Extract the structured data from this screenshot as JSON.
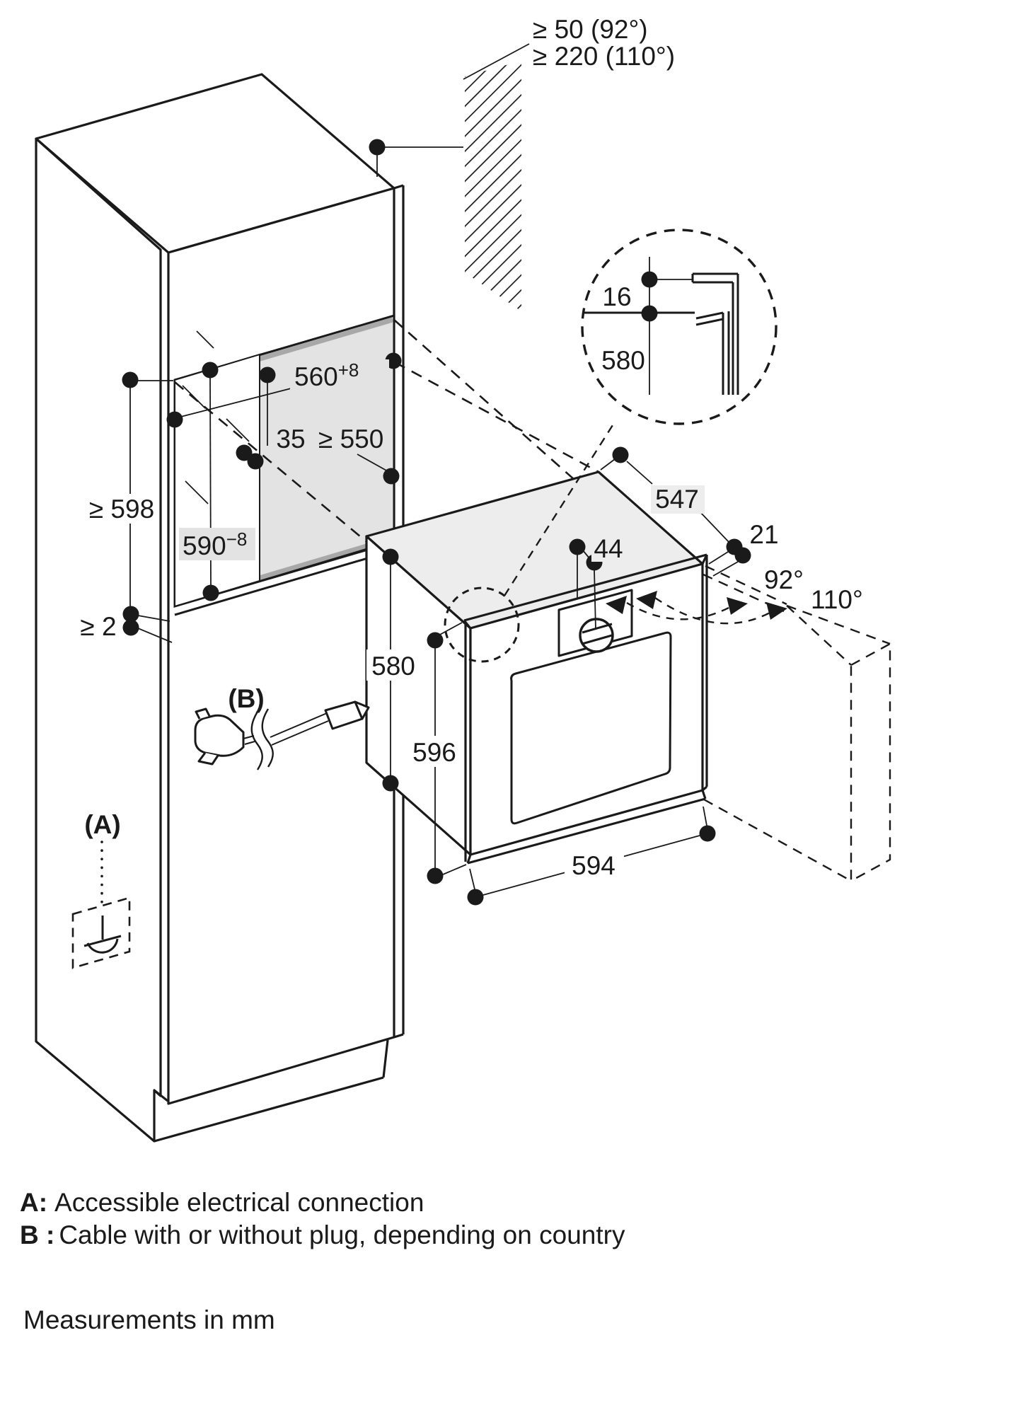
{
  "diagram_type": "built-in oven installation drawing",
  "units_note": "Measurements in mm",
  "clearances": {
    "top_92": "≥ 50 (92°)",
    "top_110": "≥ 220 (110°)"
  },
  "detail_circle": {
    "rail_offset": "16",
    "niche_rear_height": "580"
  },
  "niche": {
    "width": "560",
    "width_tolerance": "+8",
    "side_distance": "35",
    "depth": "≥ 550",
    "cabinet_height": "≥ 598",
    "height": "590",
    "height_tolerance": "−8",
    "bottom_gap": "≥ 2"
  },
  "oven": {
    "depth": "547",
    "frame_protrusion": "21",
    "control_offset": "44",
    "door_angle_1": "92°",
    "door_angle_2": "110°",
    "body_height": "580",
    "front_height": "596",
    "width": "594"
  },
  "callouts": {
    "a": "(A)",
    "b": "(B)"
  },
  "notes": {
    "a_label": "A:",
    "a_text": "Accessible electrical connection",
    "b_label": "B :",
    "b_text": "Cable with or without plug, depending on country"
  },
  "footer": "Measurements in mm",
  "colors": {
    "line": "#1a1a1a",
    "niche_fill": "#e3e3e3",
    "oven_top_fill": "#ededed",
    "accent_gray": "#a8a8a8"
  }
}
